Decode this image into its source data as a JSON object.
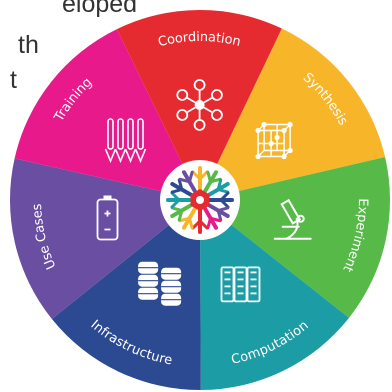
{
  "partial_text": [
    "eloped",
    "th",
    "t"
  ],
  "segments": [
    {
      "label": "Synthesis",
      "color": "#f7b62a",
      "icon": "crystal-lattice-icon"
    },
    {
      "label": "Experiment",
      "color": "#57b948",
      "icon": "microscope-icon"
    },
    {
      "label": "Computation",
      "color": "#1c9ca5",
      "icon": "server-rack-icon"
    },
    {
      "label": "Infrastructure",
      "color": "#2c4a92",
      "icon": "database-stack-icon"
    },
    {
      "label": "Use Cases",
      "color": "#6a4ea1",
      "icon": "battery-icon"
    },
    {
      "label": "Training",
      "color": "#e8198b",
      "icon": "test-tubes-icon"
    },
    {
      "label": "Coordination",
      "color": "#e52b2f",
      "icon": "network-hub-icon"
    }
  ],
  "center": {
    "icon": "multicolor-snowflake-logo"
  }
}
